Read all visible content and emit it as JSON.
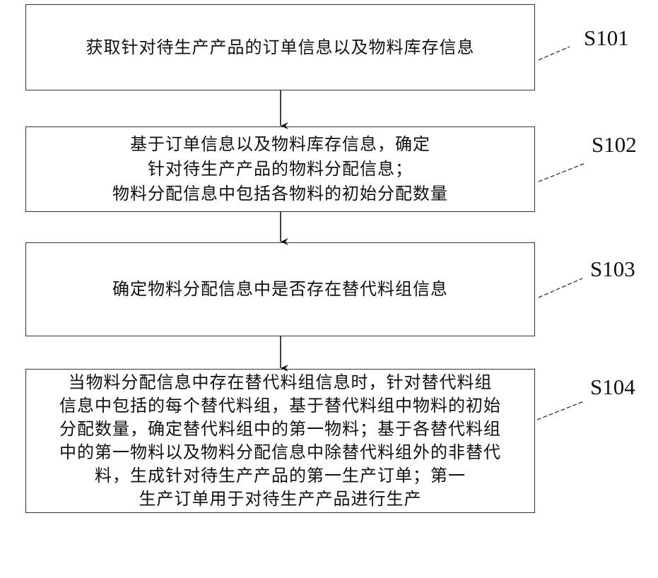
{
  "steps": [
    {
      "label": "S101",
      "lines": [
        "获取针对待生产产品的订单信息以及物料库存信息"
      ]
    },
    {
      "label": "S102",
      "lines": [
        "基于订单信息以及物料库存信息，确定",
        "针对待生产产品的物料分配信息；",
        "物料分配信息中包括各物料的初始分配数量"
      ]
    },
    {
      "label": "S103",
      "lines": [
        "确定物料分配信息中是否存在替代料组信息"
      ]
    },
    {
      "label": "S104",
      "lines": [
        "当物料分配信息中存在替代料组信息时，针对替代料组",
        "信息中包括的每个替代料组，基于替代料组中物料的初始",
        "分配数量，确定替代料组中的第一物料；基于各替代料组",
        "中的第一物料以及物料分配信息中除替代料组外的非替代",
        "料，生成针对待生产产品的第一生产订单；第一",
        "生产订单用于对待生产产品进行生产"
      ]
    }
  ]
}
